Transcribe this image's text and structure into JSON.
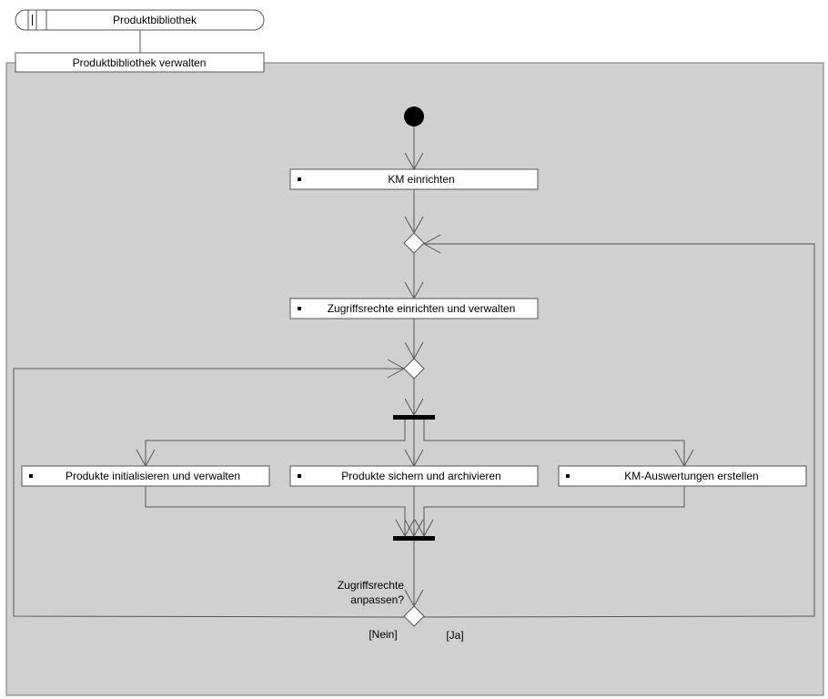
{
  "header": {
    "title": "Produktbibliothek",
    "icon": "swimlane-icon"
  },
  "frame": {
    "title": "Produktbibliothek verwalten"
  },
  "actions": {
    "km_setup": "KM einrichten",
    "access_rights": "Zugriffsrechte einrichten und verwalten",
    "products_init": "Produkte initialisieren und verwalten",
    "products_backup": "Produkte sichern und archivieren",
    "km_reports": "KM-Auswertungen erstellen"
  },
  "decision": {
    "question_line1": "Zugriffsrechte",
    "question_line2": "anpassen?",
    "no_label": "[Nein]",
    "yes_label": "[Ja]"
  },
  "colors": {
    "frame_fill": "#d0d0d0",
    "box_fill": "#ffffff",
    "line": "#555555",
    "node": "#000000"
  }
}
